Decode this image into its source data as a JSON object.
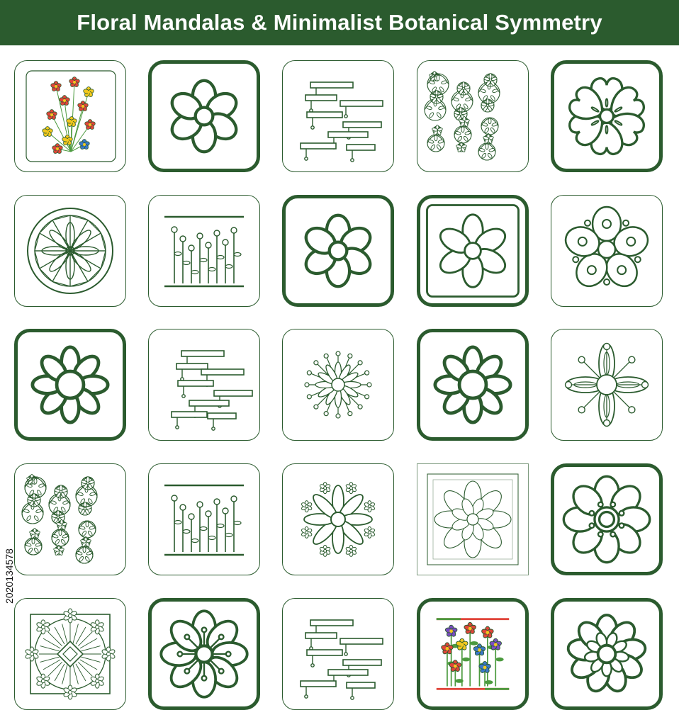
{
  "header": {
    "title": "Floral Mandalas & Minimalist Botanical Symmetry"
  },
  "side_id": {
    "text": "2020134578"
  },
  "colors": {
    "header_bg": "#2b5b2e",
    "stroke": "#2b5b2e",
    "red": "#e0453a",
    "yellow": "#f2c81e",
    "blue": "#3a78c9",
    "purple": "#7a4cc2",
    "leaf": "#4b9a3e"
  },
  "tiles": [
    {
      "icon": "colorful-flower-bouquet-icon",
      "frame": "thin"
    },
    {
      "icon": "six-petal-flower-icon",
      "frame": "thick"
    },
    {
      "icon": "circuit-blocks-icon",
      "frame": "thin"
    },
    {
      "icon": "ornate-floral-pattern-icon",
      "frame": "thin"
    },
    {
      "icon": "heart-petal-flower-icon",
      "frame": "thick"
    },
    {
      "icon": "geometric-mandala-icon",
      "frame": "thin"
    },
    {
      "icon": "garden-stems-icon",
      "frame": "thin"
    },
    {
      "icon": "six-petal-flower-icon",
      "frame": "thick"
    },
    {
      "icon": "double-frame-flower-icon",
      "frame": "thick"
    },
    {
      "icon": "loop-petal-flower-icon",
      "frame": "thin"
    },
    {
      "icon": "daisy-flower-icon",
      "frame": "thick"
    },
    {
      "icon": "circuit-blocks-icon",
      "frame": "thin"
    },
    {
      "icon": "starburst-mandala-icon",
      "frame": "thin"
    },
    {
      "icon": "daisy-flower-icon",
      "frame": "thick"
    },
    {
      "icon": "four-petal-star-icon",
      "frame": "thin"
    },
    {
      "icon": "rose-line-pattern-icon",
      "frame": "thin"
    },
    {
      "icon": "garden-stems-icon",
      "frame": "thin"
    },
    {
      "icon": "radial-flower-mandala-icon",
      "frame": "thin"
    },
    {
      "icon": "framed-lace-mandala-icon",
      "frame": "square"
    },
    {
      "icon": "ring-center-flower-icon",
      "frame": "thick"
    },
    {
      "icon": "square-mandala-icon",
      "frame": "thin"
    },
    {
      "icon": "spoke-petal-flower-icon",
      "frame": "thick"
    },
    {
      "icon": "circuit-blocks-icon",
      "frame": "thin"
    },
    {
      "icon": "colorful-garden-icon",
      "frame": "thick"
    },
    {
      "icon": "rounded-petal-flower-icon",
      "frame": "thick"
    }
  ]
}
